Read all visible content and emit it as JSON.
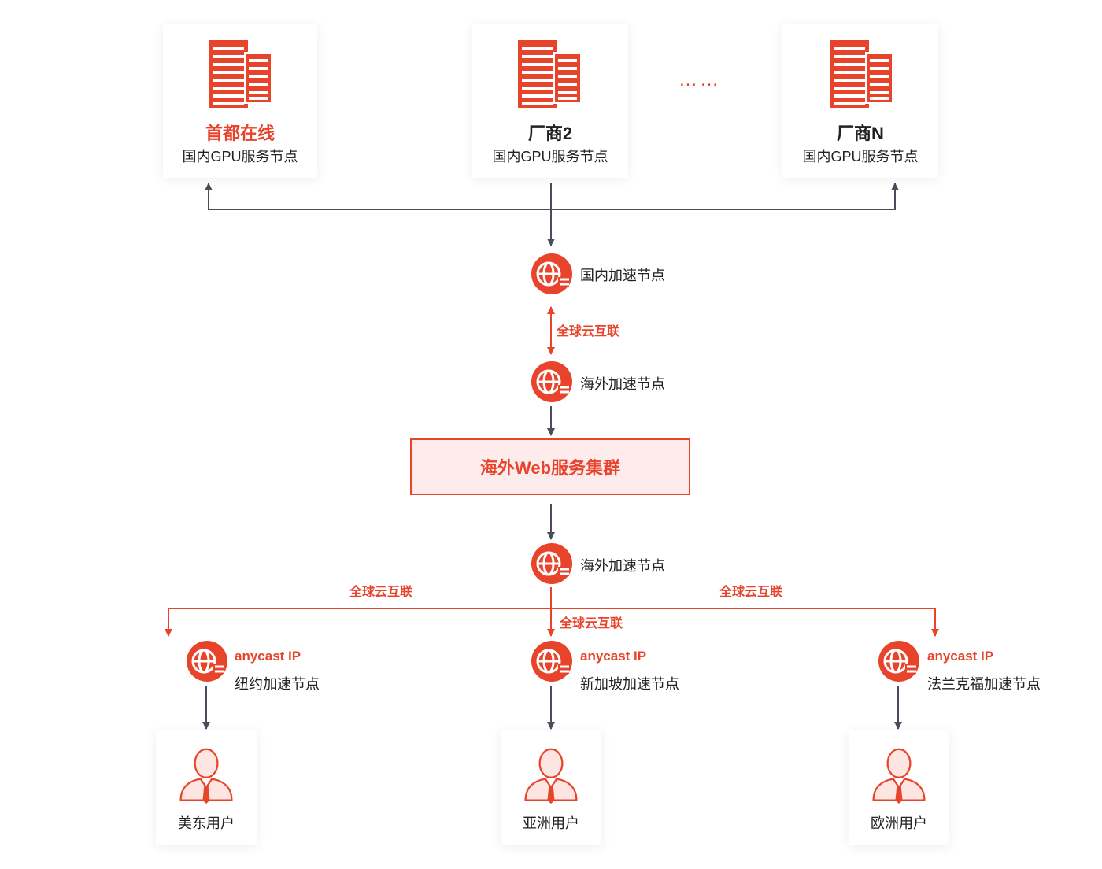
{
  "colors": {
    "accent": "#e8432b",
    "accent_light": "#fdeceb",
    "line_gray": "#4a4d5a"
  },
  "gpu_nodes": [
    {
      "name": "首都在线",
      "subtitle": "国内GPU服务节点",
      "highlight": true
    },
    {
      "name": "厂商2",
      "subtitle": "国内GPU服务节点",
      "highlight": false
    },
    {
      "name": "厂商N",
      "subtitle": "国内GPU服务节点",
      "highlight": false
    }
  ],
  "ellipsis": "……",
  "domestic_accel": {
    "label": "国内加速节点",
    "icon": "globe-icon"
  },
  "link_global_1": "全球云互联",
  "overseas_accel_1": {
    "label": "海外加速节点",
    "icon": "globe-icon"
  },
  "web_cluster": {
    "label": "海外Web服务集群"
  },
  "overseas_accel_2": {
    "label": "海外加速节点",
    "icon": "globe-icon"
  },
  "link_left": "全球云互联",
  "link_center": "全球云互联",
  "link_right": "全球云互联",
  "edge_nodes": [
    {
      "title": "anycast IP",
      "label": "纽约加速节点"
    },
    {
      "title": "anycast IP",
      "label": "新加坡加速节点"
    },
    {
      "title": "anycast IP",
      "label": "法兰克福加速节点"
    }
  ],
  "users": [
    {
      "label": "美东用户",
      "icon": "user-icon"
    },
    {
      "label": "亚洲用户",
      "icon": "user-icon"
    },
    {
      "label": "欧洲用户",
      "icon": "user-icon"
    }
  ]
}
